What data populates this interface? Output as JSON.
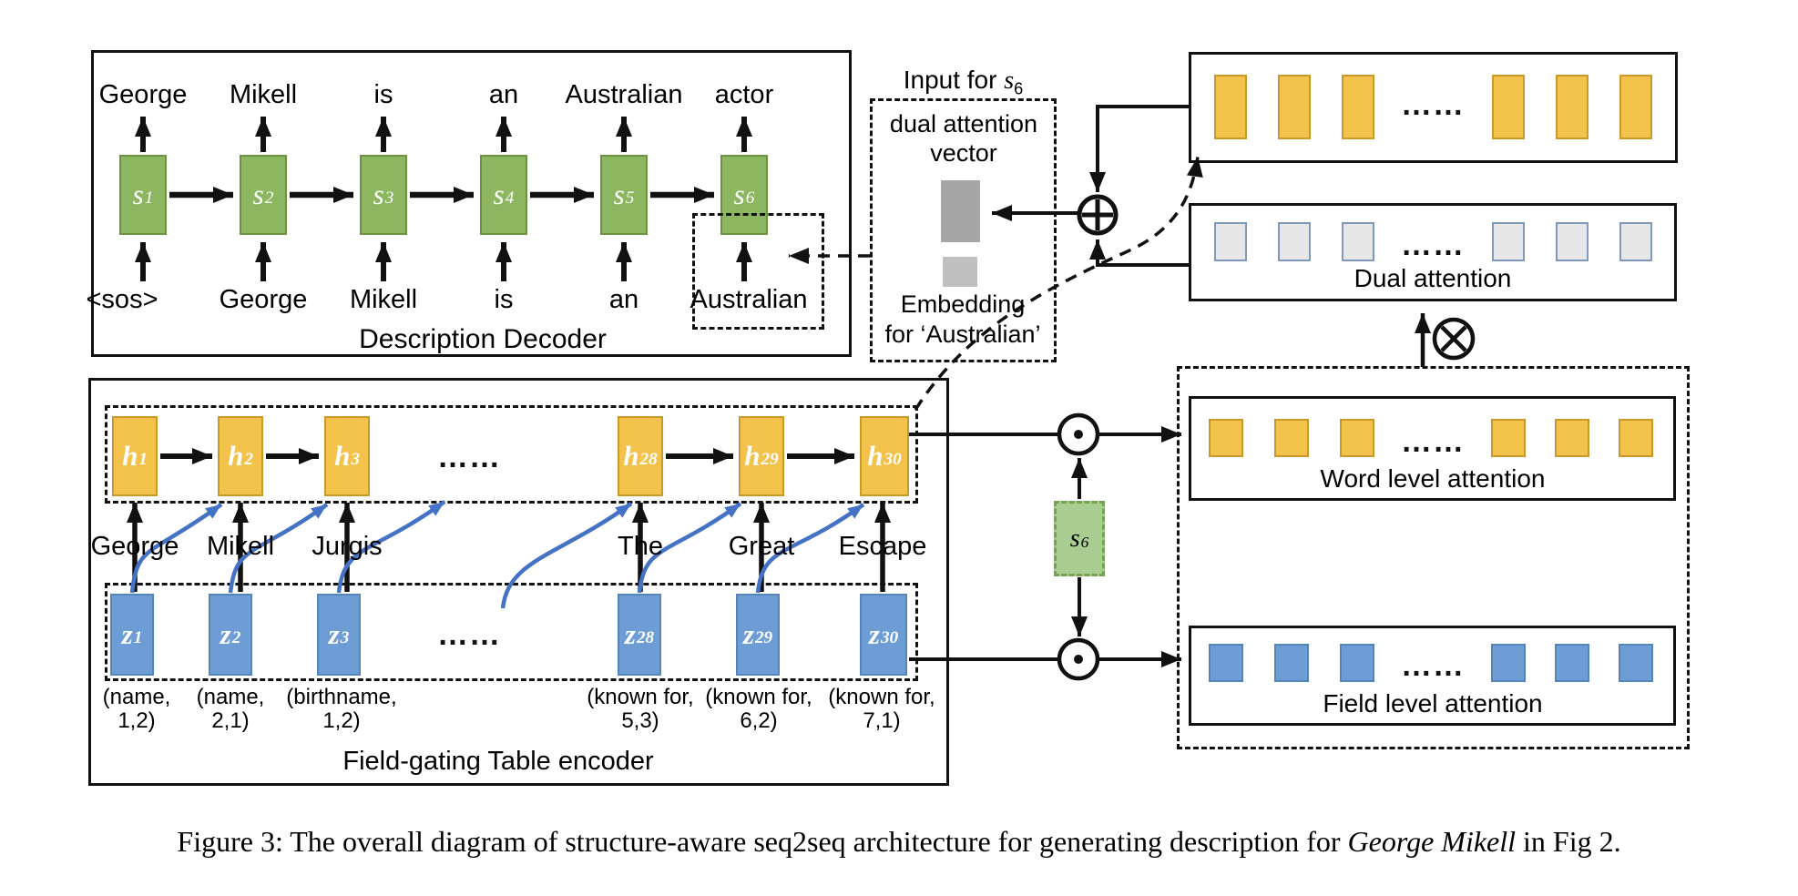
{
  "figure": {
    "caption_prefix": "Figure 3: The overall diagram of structure-aware seq2seq architecture for generating description for ",
    "caption_italic": "George Mikell",
    "caption_suffix": " in Fig 2."
  },
  "dots": "……",
  "colors": {
    "decoder_state_fill": "#8DB661",
    "decoder_state_border": "#6E9144",
    "hidden_state_fill": "#F3C24A",
    "hidden_state_border": "#C9992B",
    "field_state_fill": "#6D9DD4",
    "field_state_border": "#5585BC",
    "dual_attention_cell_fill": "#E8E7E7",
    "dual_attention_cell_border": "#7E99B9",
    "s6_unit_fill": "#A9CD90",
    "s6_unit_border": "#74A453",
    "vector_dark_gray": "#A6A6A6",
    "vector_light_gray": "#BFBFBF",
    "field_to_word_curve": "#4472C4"
  },
  "icons": {
    "circled_plus": "⊕",
    "circled_times": "⊗",
    "circled_dot": "⊙"
  },
  "decoder": {
    "title": "Description Decoder",
    "states": [
      {
        "base": "s",
        "sub": "1"
      },
      {
        "base": "s",
        "sub": "2"
      },
      {
        "base": "s",
        "sub": "3"
      },
      {
        "base": "s",
        "sub": "4"
      },
      {
        "base": "s",
        "sub": "5"
      },
      {
        "base": "s",
        "sub": "6"
      }
    ],
    "outputs": [
      "George",
      "Mikell",
      "is",
      "an",
      "Australian",
      "actor"
    ],
    "inputs": [
      "<sos>",
      "George",
      "Mikell",
      "is",
      "an",
      "Australian"
    ]
  },
  "input_for_s6": {
    "title_prefix": "Input for ",
    "title_state": {
      "base": "s",
      "sub": "6"
    },
    "vector_label_line1": "dual attention",
    "vector_label_line2": "vector",
    "embedding_label_line1": "Embedding",
    "embedding_label_line2": "for ‘Australian’"
  },
  "dual_attention": {
    "label": "Dual attention"
  },
  "word_attention": {
    "label": "Word level attention"
  },
  "field_attention": {
    "label": "Field level attention"
  },
  "s6_unit": {
    "base": "s",
    "sub": "6"
  },
  "encoder": {
    "title": "Field-gating Table encoder",
    "hidden_states": [
      {
        "base": "h",
        "sub": "1"
      },
      {
        "base": "h",
        "sub": "2"
      },
      {
        "base": "h",
        "sub": "3"
      },
      {
        "base": "h",
        "sub": "28"
      },
      {
        "base": "h",
        "sub": "29"
      },
      {
        "base": "h",
        "sub": "30"
      }
    ],
    "words": [
      "George",
      "Mikell",
      "Jurgis",
      "The",
      "Great",
      "Escape"
    ],
    "field_states": [
      {
        "base": "z",
        "sub": "1"
      },
      {
        "base": "z",
        "sub": "2"
      },
      {
        "base": "z",
        "sub": "3"
      },
      {
        "base": "z",
        "sub": "28"
      },
      {
        "base": "z",
        "sub": "29"
      },
      {
        "base": "z",
        "sub": "30"
      }
    ],
    "field_tuples": [
      {
        "line1": "(name,",
        "line2": "1,2)"
      },
      {
        "line1": "(name,",
        "line2": "2,1)"
      },
      {
        "line1": "(birthname,",
        "line2": "1,2)"
      },
      {
        "line1": "(known for,",
        "line2": "5,3)"
      },
      {
        "line1": "(known for,",
        "line2": "6,2)"
      },
      {
        "line1": "(known for,",
        "line2": "7,1)"
      }
    ]
  }
}
